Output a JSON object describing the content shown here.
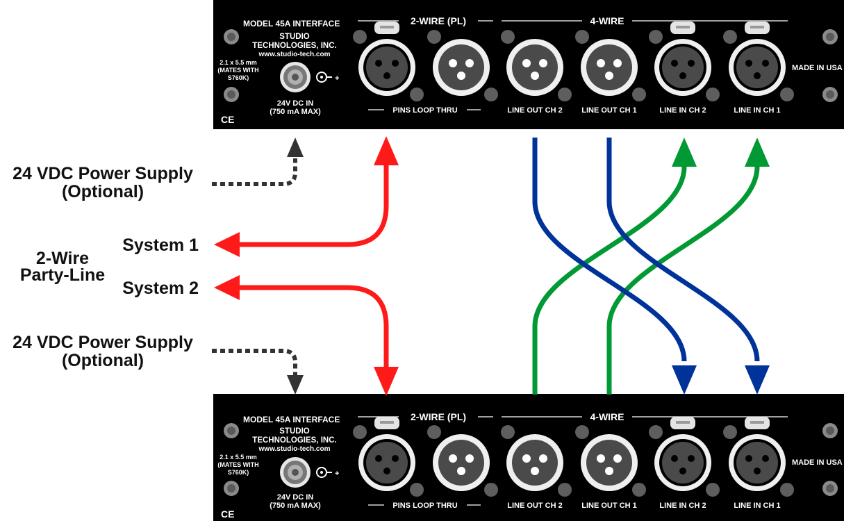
{
  "panel": {
    "model": "MODEL 45A INTERFACE",
    "company_line1": "STUDIO",
    "company_line2": "TECHNOLOGIES, INC.",
    "website": "www.studio-tech.com",
    "jack_spec_line1": "2.1 x 5.5 mm",
    "jack_spec_line2": "(MATES WITH",
    "jack_spec_line3": "S760K)",
    "dc_in_line1": "24V DC IN",
    "dc_in_line2": "(750 mA MAX)",
    "polarity_symbol": "+",
    "ce_mark": "CE",
    "group_2wire": "2-WIRE (PL)",
    "group_4wire": "4-WIRE",
    "pins_loop_thru": "PINS LOOP THRU",
    "line_out_ch2": "LINE OUT CH 2",
    "line_out_ch1": "LINE OUT CH 1",
    "line_in_ch2": "LINE IN CH 2",
    "line_in_ch1": "LINE IN CH 1",
    "made_in": "MADE IN USA"
  },
  "labels": {
    "power_top_line1": "24 VDC Power Supply",
    "power_top_line2": "(Optional)",
    "system1": "System 1",
    "system2": "System 2",
    "partyline_line1": "2-Wire",
    "partyline_line2": "Party-Line",
    "power_bottom_line1": "24 VDC Power Supply",
    "power_bottom_line2": "(Optional)"
  },
  "colors": {
    "panel": "#000000",
    "red": "#ff1a1a",
    "blue": "#003399",
    "green": "#009933",
    "dotted": "#333333"
  }
}
